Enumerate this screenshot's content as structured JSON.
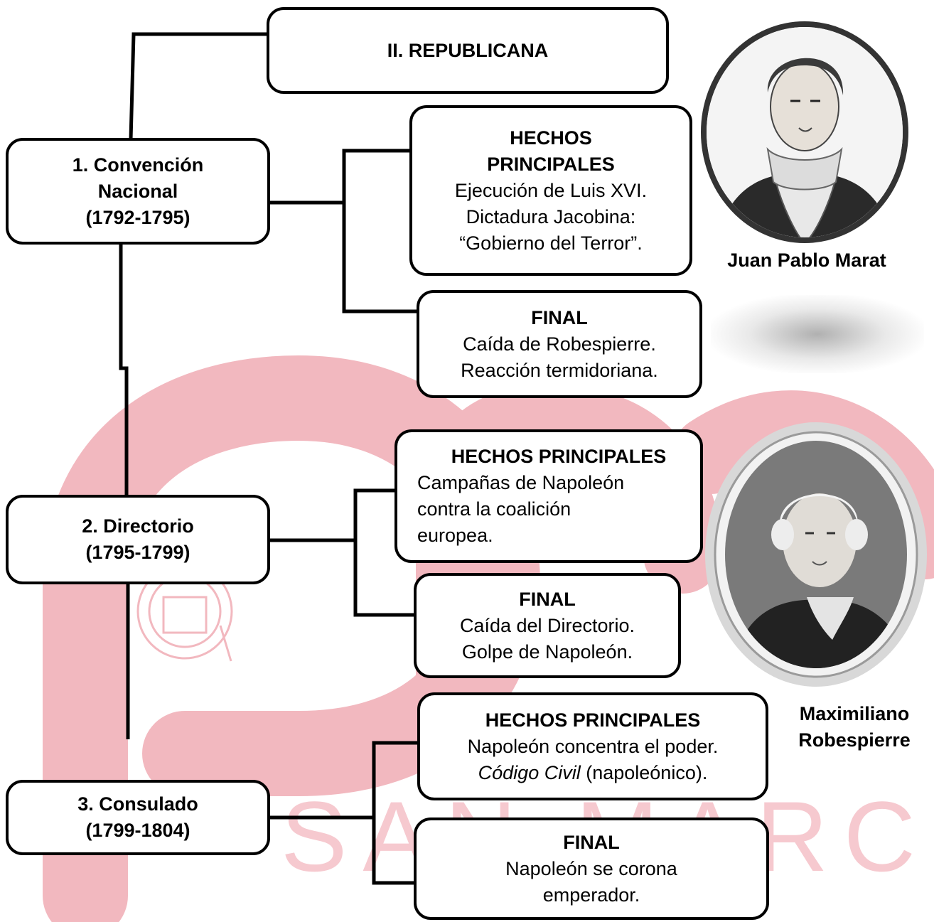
{
  "title": "II. REPUBLICANA",
  "watermark_text": "SAN MARCOS",
  "stages": [
    {
      "name": "1. Convención Nacional",
      "name_line1": "1. Convención",
      "name_line2": "Nacional",
      "years": "(1792-1795)",
      "facts_heading_line1": "HECHOS",
      "facts_heading_line2": "PRINCIPALES",
      "facts": [
        "Ejecución de Luis XVI.",
        "Dictadura Jacobina:",
        "“Gobierno del Terror”."
      ],
      "final_heading": "FINAL",
      "final": [
        "Caída de Robespierre.",
        "Reacción termidoriana."
      ]
    },
    {
      "name": "2. Directorio",
      "years": "(1795-1799)",
      "facts_heading": "HECHOS PRINCIPALES",
      "facts": [
        "Campañas de Napoleón",
        "contra la coalición",
        "europea."
      ],
      "final_heading": "FINAL",
      "final": [
        "Caída del Directorio.",
        "Golpe de Napoleón."
      ]
    },
    {
      "name": "3. Consulado",
      "years": "(1799-1804)",
      "facts_heading": "HECHOS PRINCIPALES",
      "facts_line1": "Napoleón concentra el poder.",
      "facts_line2_italic": "Código Civil",
      "facts_line2_rest": " (napoleónico).",
      "final_heading": "FINAL",
      "final": [
        "Napoleón se corona",
        "emperador."
      ]
    }
  ],
  "portraits": [
    {
      "caption": "Juan Pablo Marat"
    },
    {
      "caption_line1": "Maximiliano",
      "caption_line2": "Robespierre"
    }
  ],
  "colors": {
    "watermark": "#f2b8bf",
    "watermark_text": "#f6c9cf",
    "lines": "#000000"
  }
}
